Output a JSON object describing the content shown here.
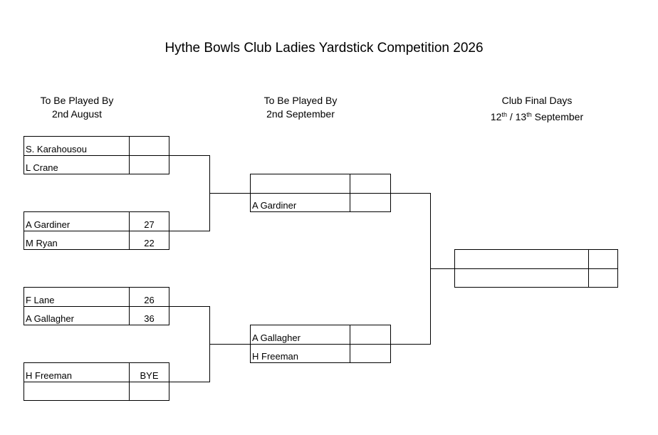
{
  "title": "Hythe Bowls Club Ladies Yardstick Competition 2026",
  "round1": {
    "heading_line1": "To Be Played By",
    "heading_line2": "2nd August",
    "matches": [
      {
        "players": [
          {
            "name": "S. Karahousou",
            "score": ""
          },
          {
            "name": "L Crane",
            "score": ""
          }
        ]
      },
      {
        "players": [
          {
            "name": "A Gardiner",
            "score": "27"
          },
          {
            "name": "M Ryan",
            "score": "22"
          }
        ]
      },
      {
        "players": [
          {
            "name": "F Lane",
            "score": "26"
          },
          {
            "name": "A Gallagher",
            "score": "36"
          }
        ]
      },
      {
        "players": [
          {
            "name": "H Freeman",
            "score": "BYE"
          },
          {
            "name": "",
            "score": ""
          }
        ]
      }
    ]
  },
  "round2": {
    "heading_line1": "To Be Played By",
    "heading_line2": "2nd September",
    "matches": [
      {
        "players": [
          {
            "name": "",
            "score": ""
          },
          {
            "name": "A Gardiner",
            "score": ""
          }
        ]
      },
      {
        "players": [
          {
            "name": "A Gallagher",
            "score": ""
          },
          {
            "name": "H Freeman",
            "score": ""
          }
        ]
      }
    ]
  },
  "final": {
    "heading_line1": "Club Final Days",
    "date1": "12",
    "date1_suffix": "th",
    "separator": " / ",
    "date2": "13",
    "date2_suffix": "th",
    "month": " September",
    "match": {
      "players": [
        {
          "name": "",
          "score": ""
        },
        {
          "name": "",
          "score": ""
        }
      ]
    }
  }
}
